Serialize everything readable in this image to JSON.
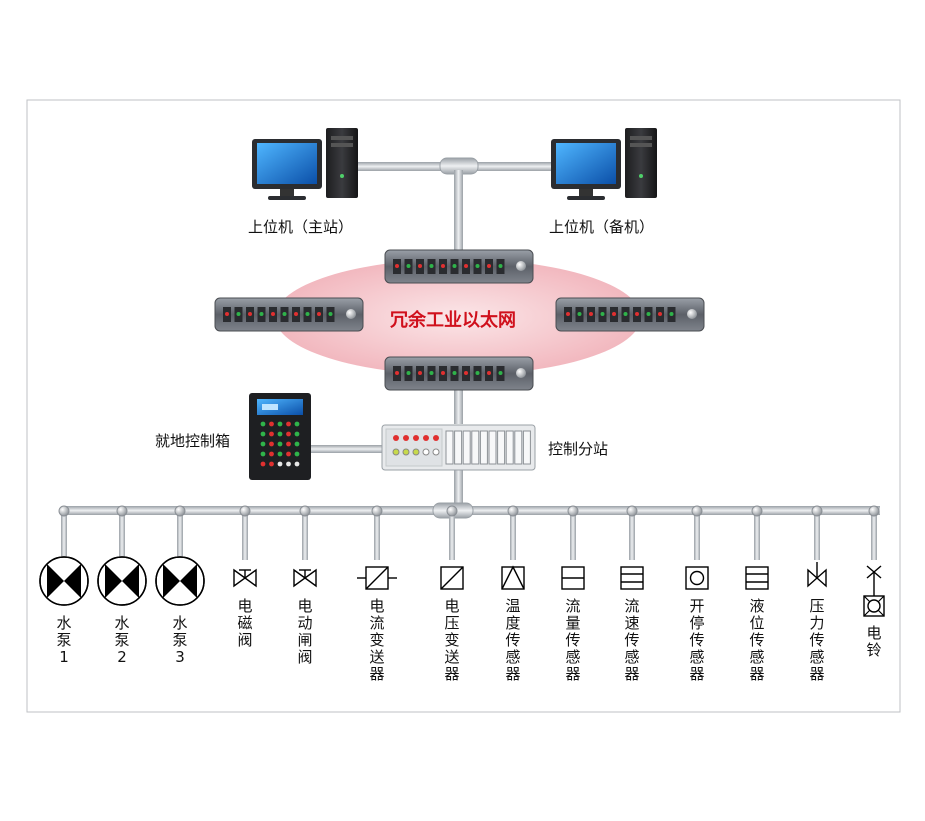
{
  "ring": {
    "title": "冗余工业以太网"
  },
  "hosts": {
    "main": "上位机（主站）",
    "backup": "上位机（备机）"
  },
  "local_box": "就地控制箱",
  "substation": "控制分站",
  "devices": [
    {
      "id": "pump1",
      "label": "水泵1",
      "icon": "pump-icon"
    },
    {
      "id": "pump2",
      "label": "水泵2",
      "icon": "pump-icon"
    },
    {
      "id": "pump3",
      "label": "水泵3",
      "icon": "pump-icon"
    },
    {
      "id": "solenoid",
      "label": "电磁阀",
      "icon": "valve-icon"
    },
    {
      "id": "gate",
      "label": "电动闸阀",
      "icon": "valve-icon"
    },
    {
      "id": "current",
      "label": "电流变送器",
      "icon": "transmitter-icon"
    },
    {
      "id": "voltage",
      "label": "电压变送器",
      "icon": "transmitter-icon"
    },
    {
      "id": "temp",
      "label": "温度传感器",
      "icon": "temperature-sensor-icon"
    },
    {
      "id": "flow",
      "label": "流量传感器",
      "icon": "flow-sensor-icon"
    },
    {
      "id": "speed",
      "label": "流速传感器",
      "icon": "speed-sensor-icon"
    },
    {
      "id": "onoff",
      "label": "开停传感器",
      "icon": "onoff-sensor-icon"
    },
    {
      "id": "level",
      "label": "液位传感器",
      "icon": "level-sensor-icon"
    },
    {
      "id": "pressure",
      "label": "压力传感器",
      "icon": "pressure-sensor-icon"
    },
    {
      "id": "bell",
      "label": "电铃",
      "icon": "bell-icon"
    }
  ],
  "colors": {
    "ring_fill": "#f6c9cf",
    "ring_title": "#d0101c",
    "pipe": "#c9ccd0",
    "switch_body": "#70747b",
    "led_red": "#e03030",
    "led_green": "#2fb34a"
  }
}
